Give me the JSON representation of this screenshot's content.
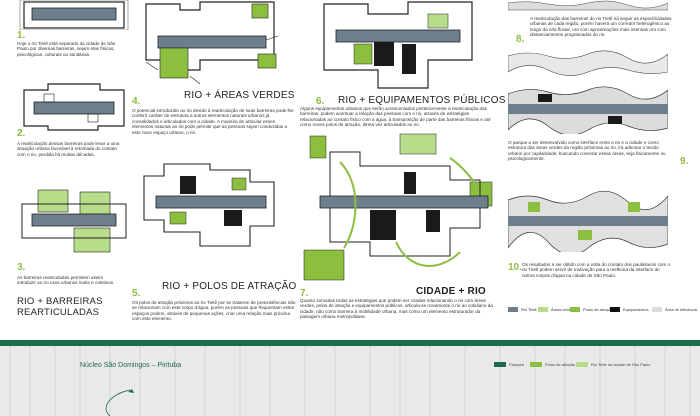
{
  "colors": {
    "green": "#8cbf3f",
    "river": "#6e7f8c",
    "dark": "#1d6b4a",
    "light": "#b8dd8a"
  },
  "steps": {
    "s1": {
      "n": "1.",
      "text": "Hoje o rio Tietê está separado da cidade de São Paulo por diversas barreiras, sejam elas físicas, psicológicas, culturais ou sanitárias."
    },
    "s2": {
      "n": "2.",
      "text": "A rearticulação dessas barreiras pode levar a uma situação urbana favorável à retomada do contato com o rio, perdida há muitas décadas."
    },
    "s3": {
      "n": "3.",
      "text": "As barreiras rearticuladas permitem assim introduzir ao rio usos urbanos muito e coletivos."
    },
    "s4": {
      "n": "4.",
      "title": "RIO + ÁREAS VERDES",
      "text": "O potencial introduzido ao rio devido à rearticulação de suas barreiras pode lhe conferir caráter de estrutura a outros elementos naturais urbanos já consolidados e articulados com a cidade. A maneira de articular esses elementos naturais ao rio pode permitir que as pessoas sejam conduzidas a este novo espaço urbano, o rio."
    },
    "s5": {
      "n": "5.",
      "title": "RIO + POLOS DE ATRAÇÃO",
      "text": "Os polos de atração próximos ao rio Tietê por se tratarem de preexistências não se relacionam com este corpo d'água, porém as pessoas que frequentam estes espaços podem, através de pequenas ações, criar uma relação mais próxima com este elemento."
    },
    "s6": {
      "n": "6.",
      "title": "RIO + EQUIPAMENTOS PÚBLICOS",
      "text": "Alguns equipamentos urbanos que serão acrescentados posteriormente à rearticulação das barreiras, podem acentuar a relação das pessoas com o rio, através de estratégias relacionadas ao contato físico com a água, à transposição de parte das barreiras físicas e até como novos polos de atração, direta vez articulados ao rio."
    },
    "s7": {
      "n": "7.",
      "title": "CIDADE + RIO",
      "text": "Quanto somadas todas as estratégias que podem ser criadas relacionando o rio com áreas verdes, polos de atração e equipamentos públicos, articula-se novamente o rio ao cotidiano da cidade, não como barreira à mobilidade urbana, mas como um elemento estruturador da paisagem urbana metropolitana."
    },
    "s8": {
      "n": "8.",
      "text": "A rearticulação das barreiras do rio Tietê irá seguir as especificidades urbanas de cada região, porém haverá um corredor heterogênico ao longo da orla fluvial, ora com aproximações mais intensas ora com distanciamentos programados do rio."
    },
    "s9": {
      "n": "9.",
      "text": "O parque a ser desenvolvido como interface entre o rio e a cidade e como estrutura das áreas verdes da região próximas ao rio, irá adensar o tecido urbano por capilaridade, buscando conectar essas áreas, seja fisicamente ou psicologicamente."
    },
    "s10": {
      "n": "10.",
      "text": "Os resultados a ser obtido com a volta do contato dos paulistanos com o rio Tietê podem servir de motivação para a melhoria da interface de outros corpos d'água na cidade de São Paulo."
    }
  },
  "s1_label": "RIO + BARREIRAS REARTICULADAS",
  "legend": [
    {
      "label": "Rio Tietê",
      "color": "#6e7f8c"
    },
    {
      "label": "Áreas verdes",
      "color": "#b8dd8a"
    },
    {
      "label": "Polos de atração",
      "color": "#8cbf3f"
    },
    {
      "label": "Equipamentos",
      "color": "#111111"
    },
    {
      "label": "Área de influência",
      "color": "#dddddd"
    }
  ],
  "bottom": {
    "title": "Núcleo São Domingos – Pirituba",
    "legend": [
      {
        "label": "Parques",
        "color": "#1d6b4a"
      },
      {
        "label": "Polos de atração",
        "color": "#8cbf3f"
      },
      {
        "label": "Rio Tietê na cidade de São Paulo",
        "color": "#b8dd8a"
      }
    ]
  }
}
